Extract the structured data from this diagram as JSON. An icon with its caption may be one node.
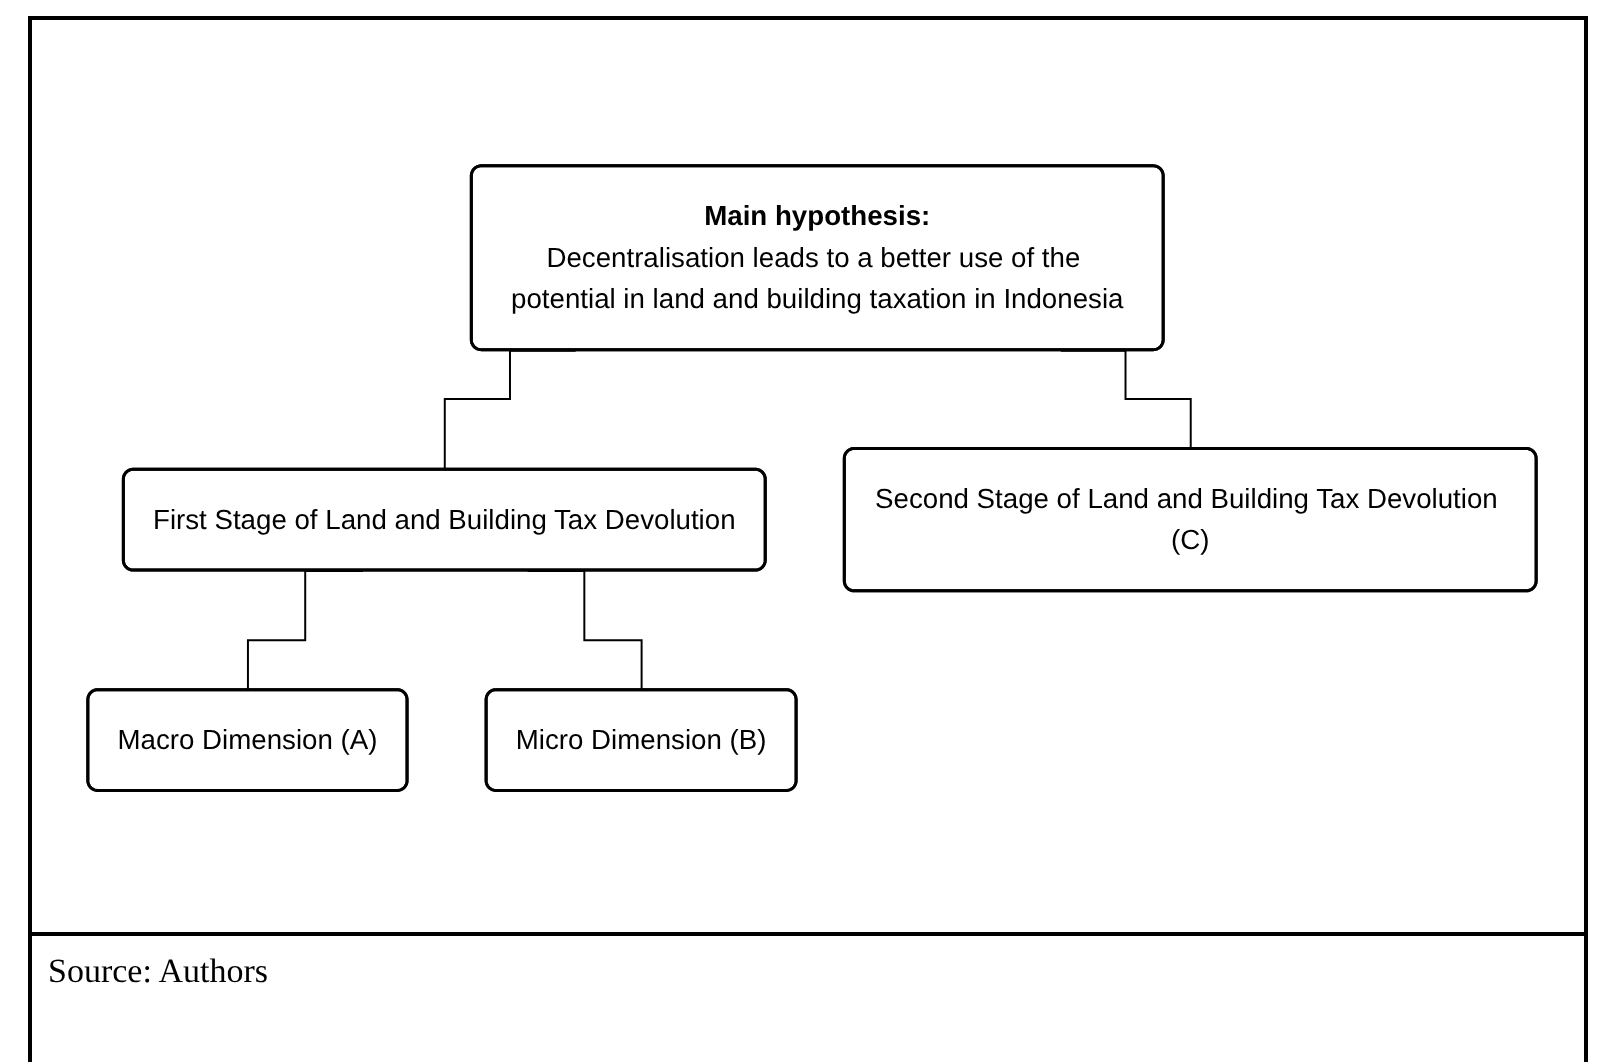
{
  "diagram": {
    "caption": "Source: Authors",
    "nodes": [
      {
        "text": [
          "Main hypothesis:",
          "Decentralisation leads to a better use of the potential in land and building taxation in Indonesia"
        ]
      },
      {
        "text": [
          "First Stage of Land and Building Tax Devolution"
        ]
      },
      {
        "text": [
          "Second Stage of Land and Building Tax Devolution (C)"
        ]
      },
      {
        "text": [
          "Macro Dimension (A)"
        ]
      },
      {
        "text": [
          "Micro Dimension (B)"
        ]
      }
    ],
    "edges": [
      {
        "from": 0,
        "to": 1,
        "arrow": "none"
      },
      {
        "from": 0,
        "to": 2,
        "arrow": "none"
      },
      {
        "from": 1,
        "to": 3,
        "arrow": "none"
      },
      {
        "from": 1,
        "to": 4,
        "arrow": "none"
      }
    ]
  }
}
